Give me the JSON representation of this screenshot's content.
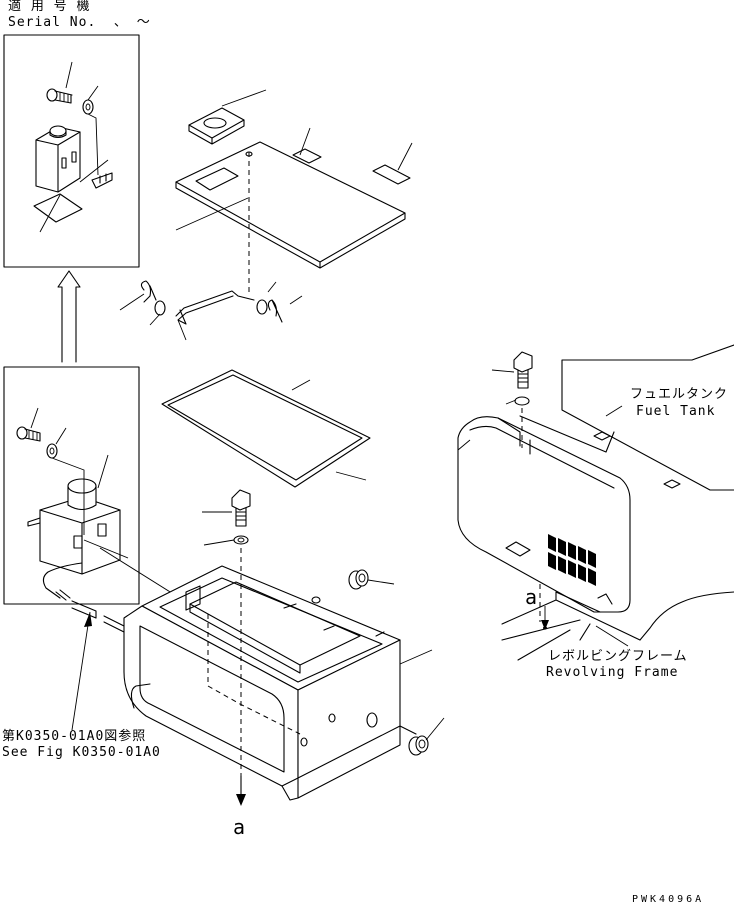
{
  "serial": {
    "jp": "適 用 号 機",
    "en": "Serial No.  、 ～"
  },
  "fuel_tank": {
    "jp": "フュエルタンク",
    "en": "Fuel Tank"
  },
  "frame": {
    "jp": "レボルビングフレーム",
    "en": "Revolving Frame"
  },
  "see_fig": {
    "jp": "第K0350-01A0図参照",
    "en": "See Fig K0350-01A0"
  },
  "marker_a": "a",
  "code": "PWK4096A"
}
